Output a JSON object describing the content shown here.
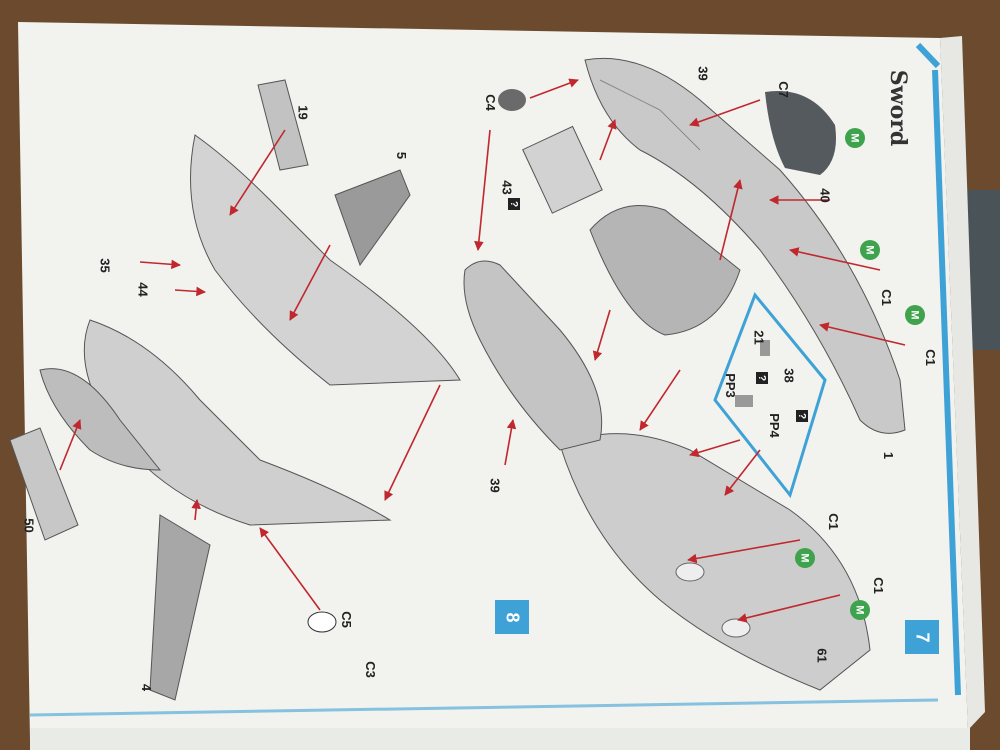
{
  "brand": {
    "logo_text": "Sword"
  },
  "steps": {
    "step7": "7",
    "step8": "8"
  },
  "markers": {
    "question": "?",
    "paint_m": "M"
  },
  "parts": {
    "p19": "19",
    "p5": "5",
    "p35": "35",
    "p44": "44",
    "p50": "50",
    "p4": "4",
    "pC5": "C5",
    "pC3": "C3",
    "p39a": "39",
    "p39b": "39",
    "pC4": "C4",
    "p43": "43",
    "pC7": "C7",
    "p40": "40",
    "pC1a": "C1",
    "pC1b": "C1",
    "p1": "1",
    "p21": "21",
    "p38": "38",
    "pPP3": "PP3",
    "pPP4": "PP4",
    "pC1c": "C1",
    "pC1d": "C1",
    "p61": "61"
  },
  "colors": {
    "paper": "#f2f2ef",
    "part_grey": "#c9c9c9",
    "arrow_red": "#c0282e",
    "accent_blue": "#3fa2d6",
    "table_wood": "#6b4a2e",
    "paint_green": "#3fa34d"
  }
}
